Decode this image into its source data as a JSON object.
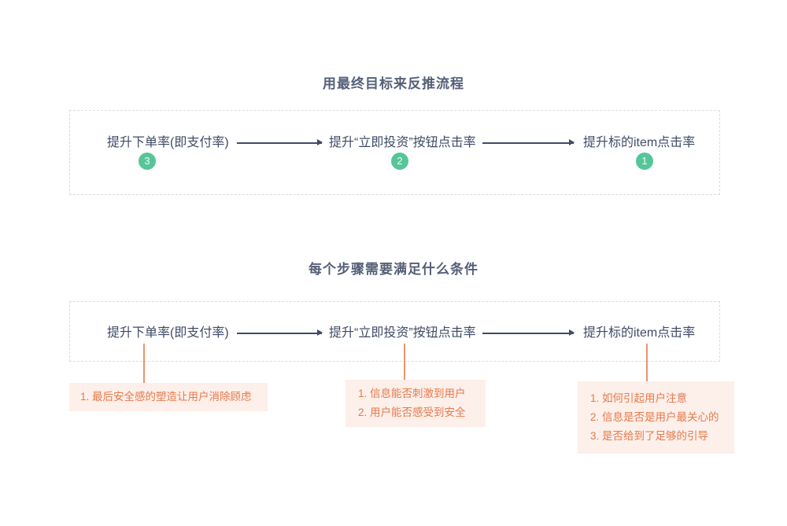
{
  "page": {
    "background": "#ffffff"
  },
  "colors": {
    "node_text": "#3f4b66",
    "title_text": "#565f78",
    "badge_green": "#57c598",
    "note_text": "#e57a4d",
    "note_line": "#ec9271",
    "note_background": "#fdefe9",
    "dashed_border": "#dcdcdc"
  },
  "section1": {
    "title": "用最终目标来反推流程",
    "steps": [
      {
        "label": "提升下单率(即支付率)",
        "badge": "3"
      },
      {
        "label": "提升“立即投资”按钮点击率",
        "badge": "2"
      },
      {
        "label": "提升标的item点击率",
        "badge": "1"
      }
    ]
  },
  "section2": {
    "title": "每个步骤需要满足什么条件",
    "steps": [
      {
        "label": "提升下单率(即支付率)",
        "conditions": [
          "1. 最后安全感的塑造让用户消除顾虑"
        ]
      },
      {
        "label": "提升“立即投资”按钮点击率",
        "conditions": [
          "1. 信息能否刺激到用户",
          "2. 用户能否感受到安全"
        ]
      },
      {
        "label": "提升标的item点击率",
        "conditions": [
          "1. 如何引起用户注意",
          "2. 信息是否是用户最关心的",
          "3. 是否给到了足够的引导"
        ]
      }
    ]
  }
}
